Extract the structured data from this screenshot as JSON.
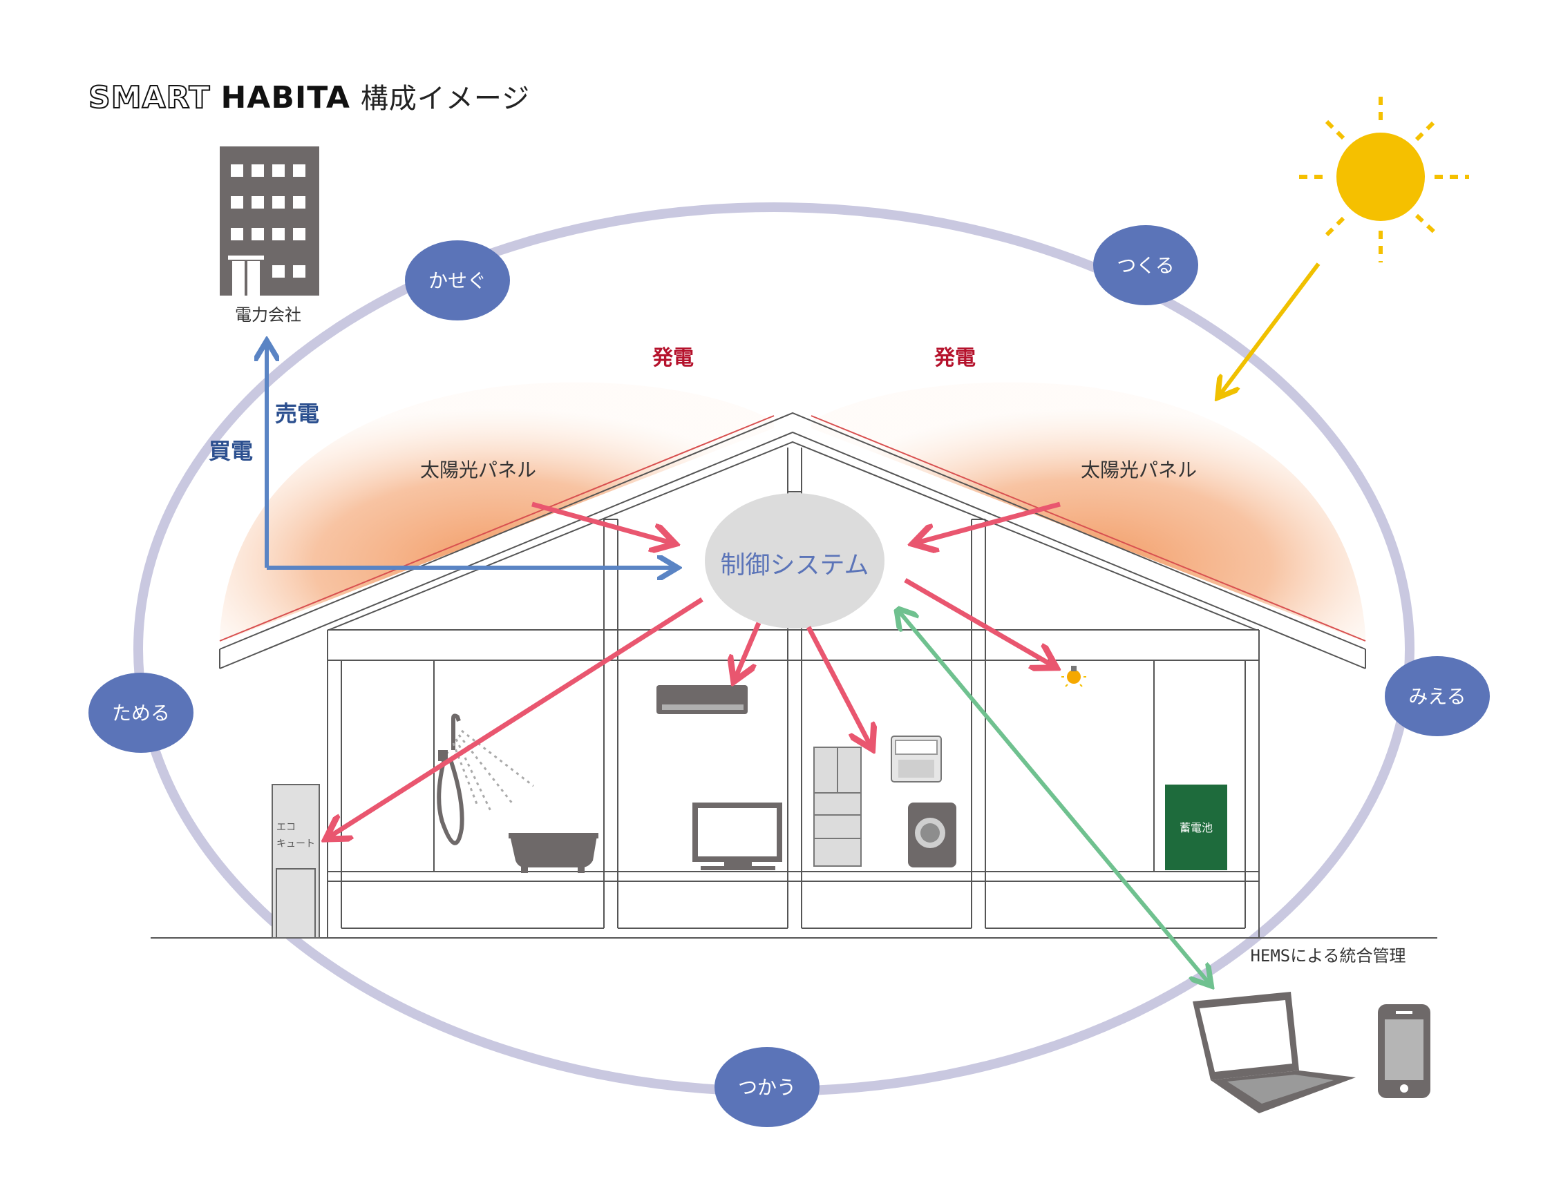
{
  "header": {
    "brand_smart": "SMART",
    "brand_habita": "HABITA",
    "subtitle": "構成イメージ"
  },
  "power_company": {
    "label": "電力会社"
  },
  "flows": {
    "sell": "売電",
    "buy": "買電",
    "generate_left": "発電",
    "generate_right": "発電"
  },
  "panels": {
    "left": "太陽光パネル",
    "right": "太陽光パネル"
  },
  "control": {
    "label": "制御システム"
  },
  "cycle": {
    "earn": "かせぐ",
    "make": "つくる",
    "store": "ためる",
    "see": "みえる",
    "use": "つかう"
  },
  "equipment": {
    "ecocute_line1": "エコ",
    "ecocute_line2": "キュート",
    "battery": "蓄電池"
  },
  "hems": {
    "label": "HEMSによる統合管理"
  },
  "colors": {
    "cycle_ring": "#c9c8e0",
    "bubble": "#5b74b8",
    "sun": "#f5c000",
    "panel_glow": "#f3a06a",
    "red_arrow": "#e9566f",
    "blue_arrow": "#5a84c4",
    "green_arrow": "#6fc18f",
    "control_fill": "#dcdcdc",
    "building": "#6e6969",
    "battery_fill": "#1e6b3c",
    "red_label": "#b5122c"
  }
}
